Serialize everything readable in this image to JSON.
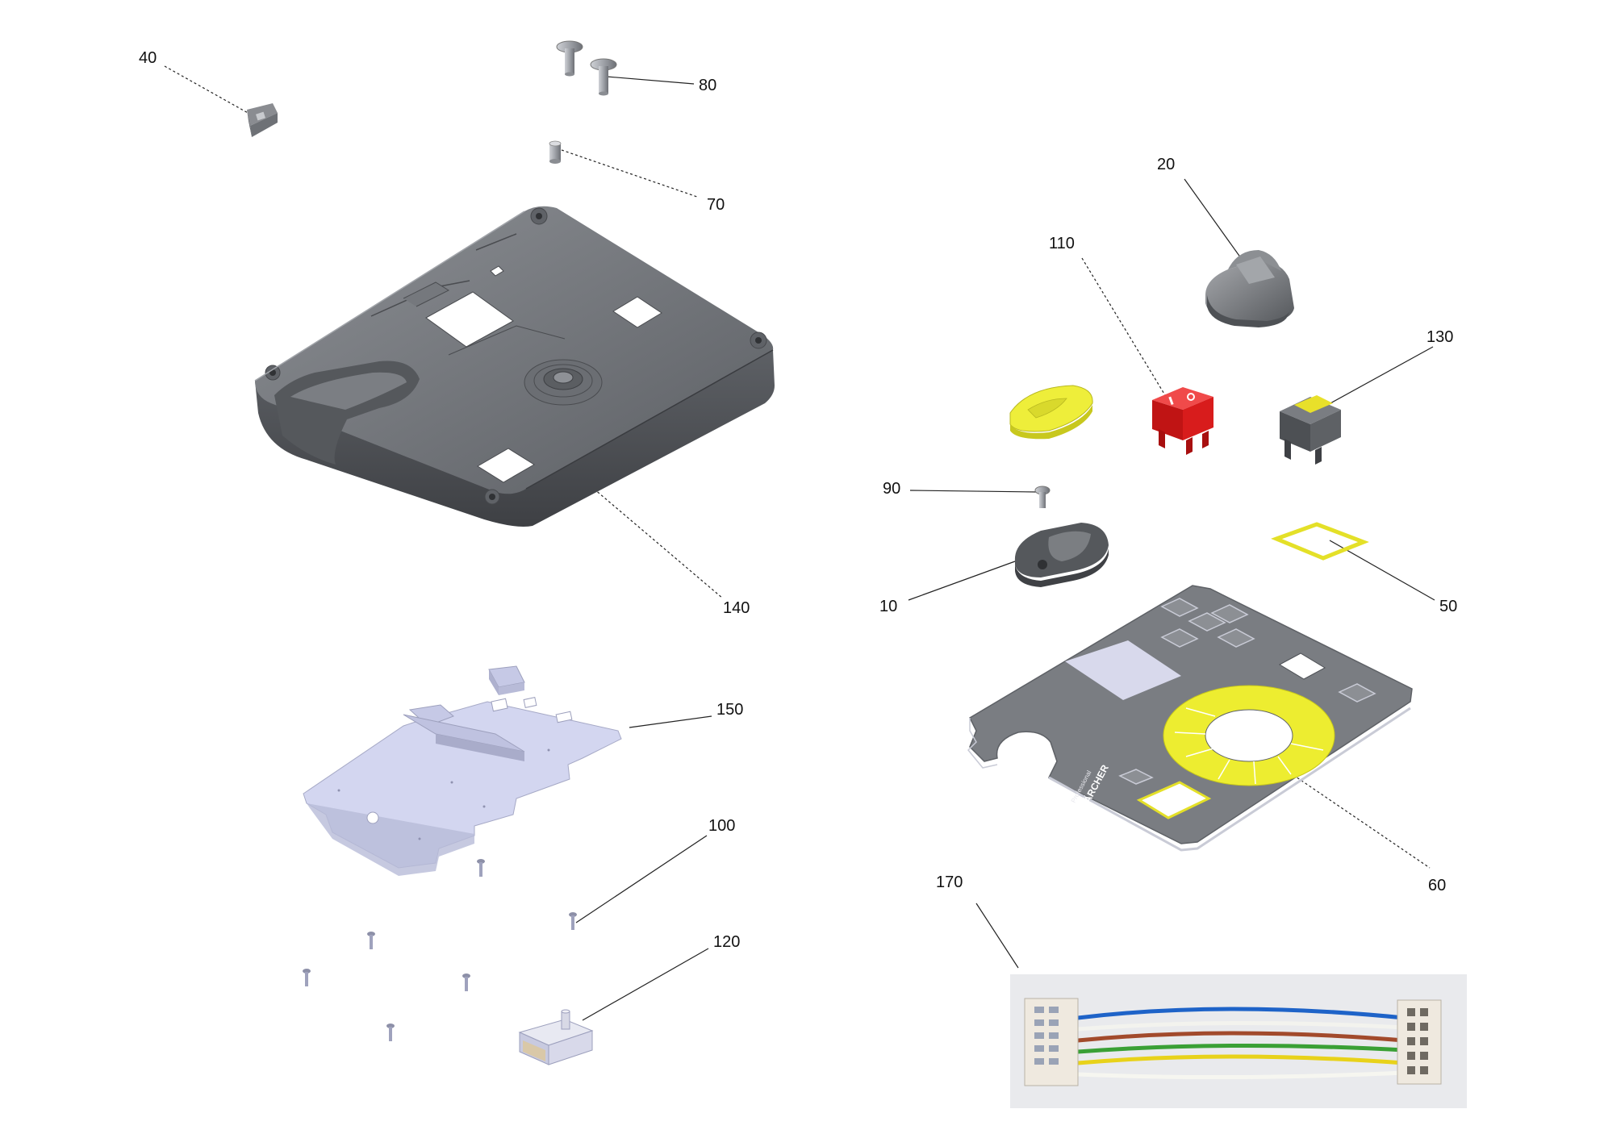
{
  "diagram": {
    "type": "exploded-parts-view",
    "parts": [
      {
        "id": "p40",
        "number": "40"
      },
      {
        "id": "p80",
        "number": "80"
      },
      {
        "id": "p70",
        "number": "70"
      },
      {
        "id": "p140",
        "number": "140"
      },
      {
        "id": "p150",
        "number": "150"
      },
      {
        "id": "p100",
        "number": "100"
      },
      {
        "id": "p120",
        "number": "120"
      },
      {
        "id": "p20",
        "number": "20"
      },
      {
        "id": "p110",
        "number": "110"
      },
      {
        "id": "p130",
        "number": "130"
      },
      {
        "id": "p90",
        "number": "90"
      },
      {
        "id": "p10",
        "number": "10"
      },
      {
        "id": "p50",
        "number": "50"
      },
      {
        "id": "p60",
        "number": "60"
      },
      {
        "id": "p170",
        "number": "170"
      }
    ],
    "panel_text": {
      "brand": "KÄRCHER",
      "model": "Professional"
    },
    "colors": {
      "part_gray": "#6b6e73",
      "part_gray_light": "#9a9ca0",
      "pcb": "#d3d6f0",
      "switch_red": "#e01b1b",
      "accent_yellow": "#eded30",
      "wire_blue": "#1e63c8",
      "wire_brown": "#a24a2c",
      "wire_green": "#3aa035",
      "wire_yellow": "#e8d21a",
      "wire_white": "#f3f3ee"
    }
  }
}
